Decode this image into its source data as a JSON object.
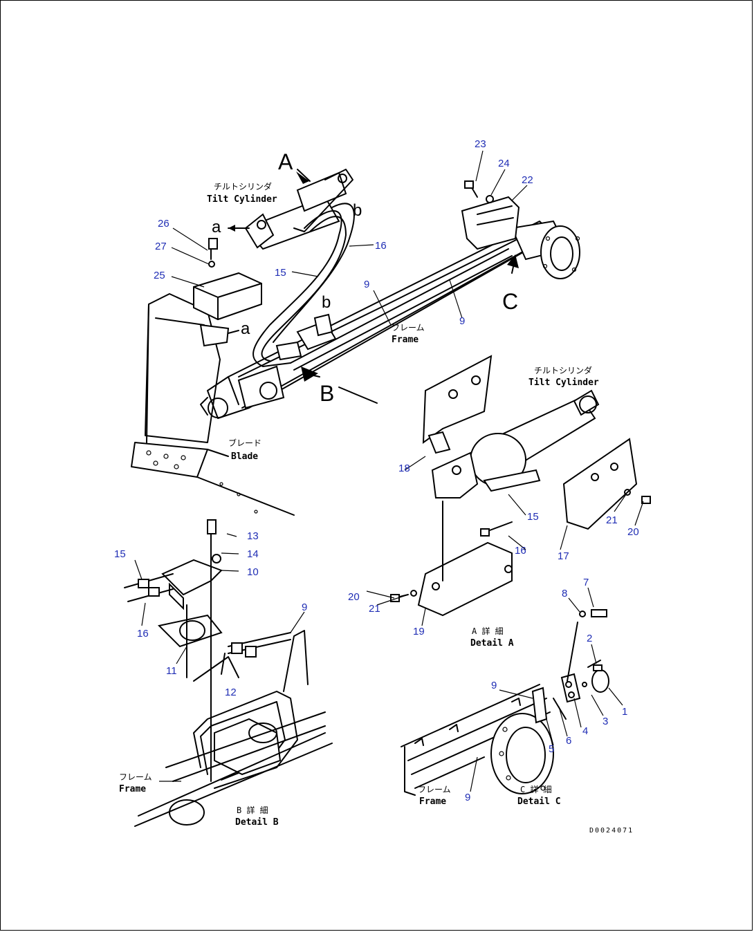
{
  "callouts": {
    "n1": "1",
    "n2": "2",
    "n3": "3",
    "n4": "4",
    "n5": "5",
    "n6": "6",
    "n7": "7",
    "n8": "8",
    "n9a": "9",
    "n9b": "9",
    "n9c": "9",
    "n9d": "9",
    "n9e": "9",
    "n10": "10",
    "n11": "11",
    "n12": "12",
    "n13": "13",
    "n14": "14",
    "n15a": "15",
    "n15b": "15",
    "n15c": "15",
    "n16a": "16",
    "n16b": "16",
    "n16c": "16",
    "n17": "17",
    "n18": "18",
    "n19": "19",
    "n20a": "20",
    "n20b": "20",
    "n21a": "21",
    "n21b": "21",
    "n22": "22",
    "n23": "23",
    "n24": "24",
    "n25": "25",
    "n26": "26",
    "n27": "27"
  },
  "view_markers": {
    "A": "A",
    "B": "B",
    "C": "C",
    "a1": "a",
    "a2": "a",
    "b1": "b",
    "b2": "b"
  },
  "labels": {
    "tilt_cylinder_jp": "チルトシリンダ",
    "tilt_cylinder_en": "Tilt Cylinder",
    "frame_jp": "フレーム",
    "frame_en": "Frame",
    "blade_jp": "ブレード",
    "blade_en": "Blade",
    "tilt_cylinder2_jp": "チルトシリンダ",
    "tilt_cylinder2_en": "Tilt Cylinder",
    "detail_a_jp": "A 詳 細",
    "detail_a_en": "Detail A",
    "frame_b_jp": "フレーム",
    "frame_b_en": "Frame",
    "detail_b_jp": "B 詳 細",
    "detail_b_en": "Detail B",
    "frame_c_jp": "フレーム",
    "frame_c_en": "Frame",
    "detail_c_jp": "C 詳 細",
    "detail_c_en": "Detail C",
    "drawing_code": "D0024071"
  }
}
